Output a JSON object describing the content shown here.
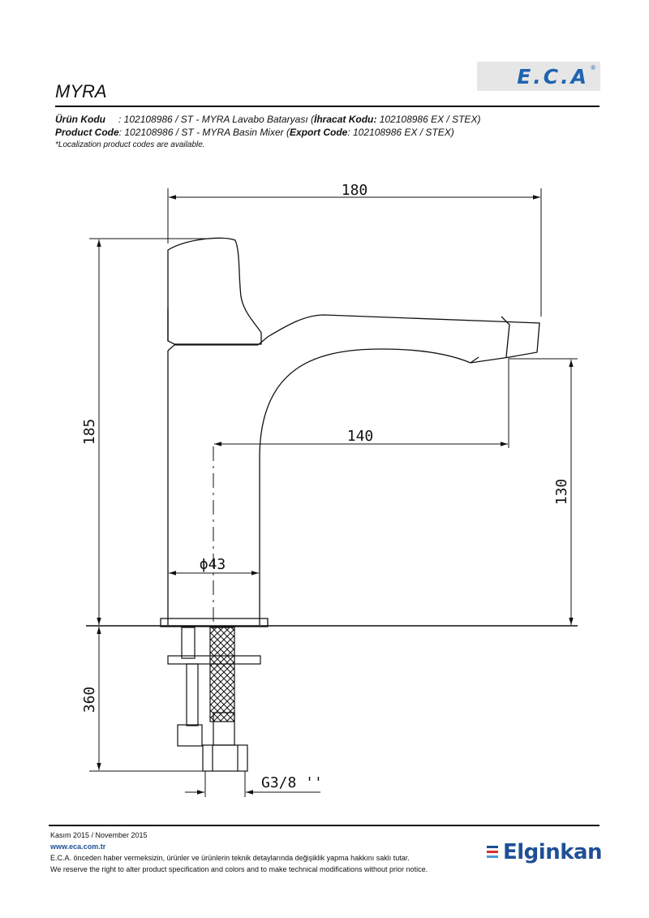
{
  "header": {
    "title": "MYRA",
    "logo_text": "E.C.A",
    "logo_reg": "®"
  },
  "codes": {
    "tr_label": "Ürün Kodu",
    "tr_value": ": 102108986 / ST - MYRA Lavabo Bataryası (",
    "tr_export_label": "İhracat Kodu:",
    "tr_export_value": " 102108986 EX / STEX)",
    "en_label": "Product Code",
    "en_value": ": 102108986 / ST - MYRA Basin Mixer (",
    "en_export_label": "Export Code",
    "en_export_value": ": 102108986 EX / STEX)",
    "note": "*Localization product codes are available."
  },
  "dimensions": {
    "width": "180",
    "height": "185",
    "reach": "140",
    "spout_height": "130",
    "diameter": "ϕ43",
    "below_counter": "360",
    "thread": "G3/8 ''"
  },
  "footer": {
    "date": "Kasım 2015 / November 2015",
    "website": "www.eca.com.tr",
    "note_tr": "E.C.A. önceden haber vermeksizin, ürünler ve ürünlerin teknik detaylarında değişiklik yapma hakkını saklı tutar.",
    "note_en": "We reserve the right to alter product specification and colors and to make technical modifications without prior notice.",
    "brand": "Elginkan"
  },
  "colors": {
    "brand_blue": "#1f64b2",
    "elginkan_blue": "#1f4f96",
    "elginkan_stripes": [
      "#1f4f96",
      "#d9342b",
      "#4a9ad8"
    ]
  }
}
